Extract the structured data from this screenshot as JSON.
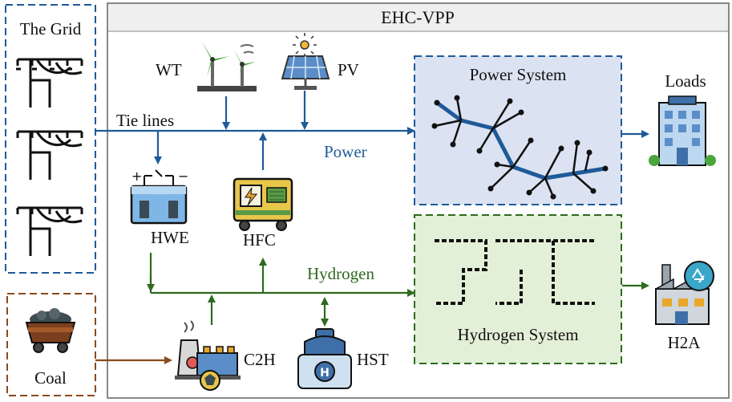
{
  "diagram": {
    "title": "EHC-VPP",
    "blocks": {
      "grid": "The Grid",
      "coal": "Coal",
      "power_system": "Power System",
      "hydrogen_system": "Hydrogen System",
      "loads": "Loads",
      "h2a": "H2A"
    },
    "devices": {
      "wt": "WT",
      "pv": "PV",
      "hwe": "HWE",
      "hfc": "HFC",
      "c2h": "C2H",
      "hst": "HST"
    },
    "lines": {
      "tie_lines": "Tie lines",
      "power_bus": "Power",
      "hydrogen_bus": "Hydrogen"
    },
    "colors": {
      "power": "#1f5a99",
      "hydrogen": "#2e6a1f",
      "coal": "#8a4a1c",
      "power_fill": "#dbe3f3",
      "hydrogen_fill": "#e3f0d8",
      "frame": "#888888"
    }
  }
}
